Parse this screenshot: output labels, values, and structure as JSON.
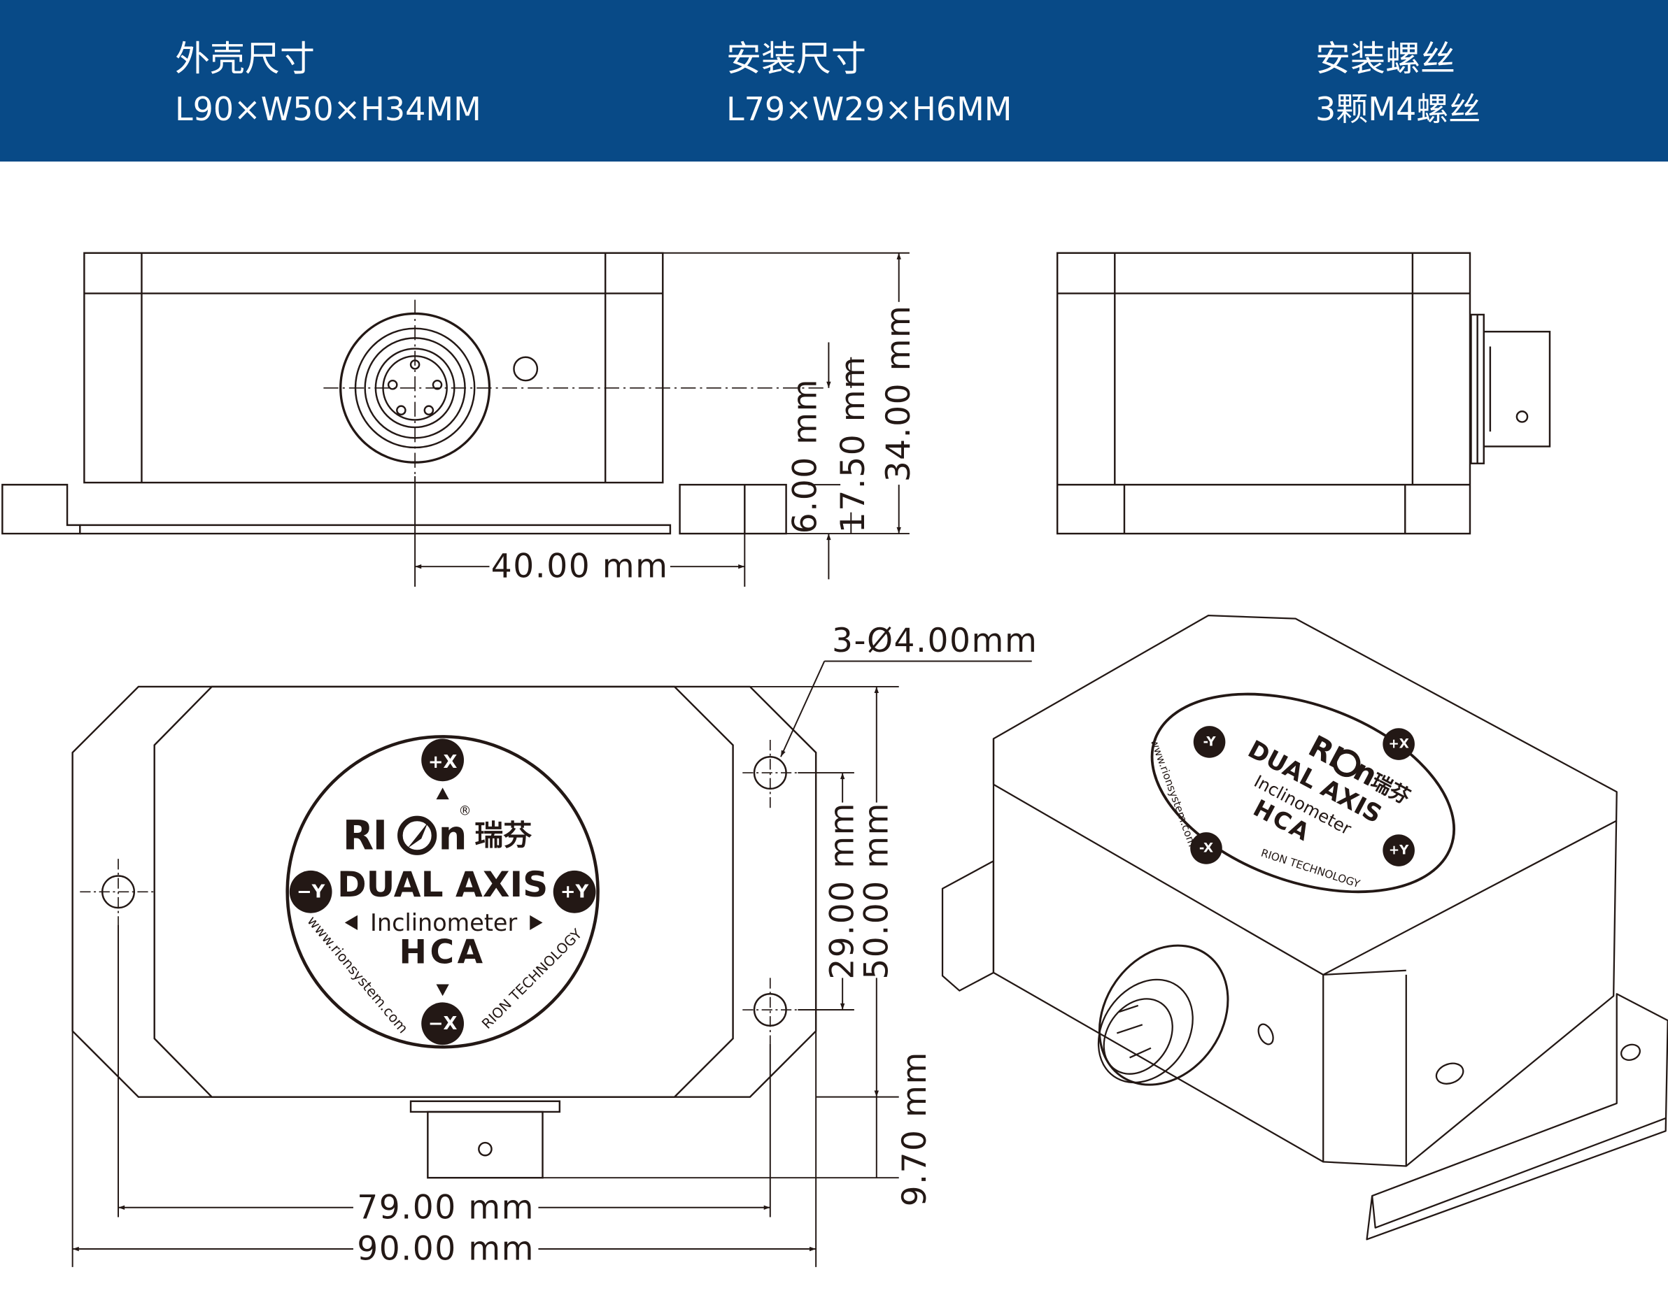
{
  "header": {
    "specs": [
      {
        "label": "外壳尺寸",
        "value": "L90×W50×H34MM"
      },
      {
        "label": "安装尺寸",
        "value": "L79×W29×H6MM"
      },
      {
        "label": "安装螺丝",
        "value": "3颗M4螺丝"
      }
    ]
  },
  "dimensions": {
    "flange_height": "6.00 mm",
    "connector_height": "17.50 mm",
    "total_height": "34.00 mm",
    "connector_offset": "40.00 mm",
    "hole_spec": "3-Ø4.00mm",
    "hole_spacing_width": "29.00 mm",
    "total_width": "50.00 mm",
    "connector_protrusion": "9.70 mm",
    "hole_spacing_length": "79.00 mm",
    "total_length": "90.00 mm"
  },
  "label": {
    "brand": "RI",
    "brand_tail": "n",
    "brand_cn": "瑞芬",
    "registered": "®",
    "model_line": "DUAL AXIS",
    "type_line": "Inclinometer",
    "model": "HCA",
    "website": "www.rionsystem.com",
    "company": "RION TECHNOLOGY",
    "axis_px": "+X",
    "axis_nx": "−X",
    "axis_py": "+Y",
    "axis_ny": "−Y",
    "iso_axis_px": "+X",
    "iso_axis_nx": "-X",
    "iso_axis_py": "+Y",
    "iso_axis_ny": "-Y"
  },
  "colors": {
    "banner": "#084a87",
    "line": "#231815",
    "label_dark": "#231815"
  }
}
